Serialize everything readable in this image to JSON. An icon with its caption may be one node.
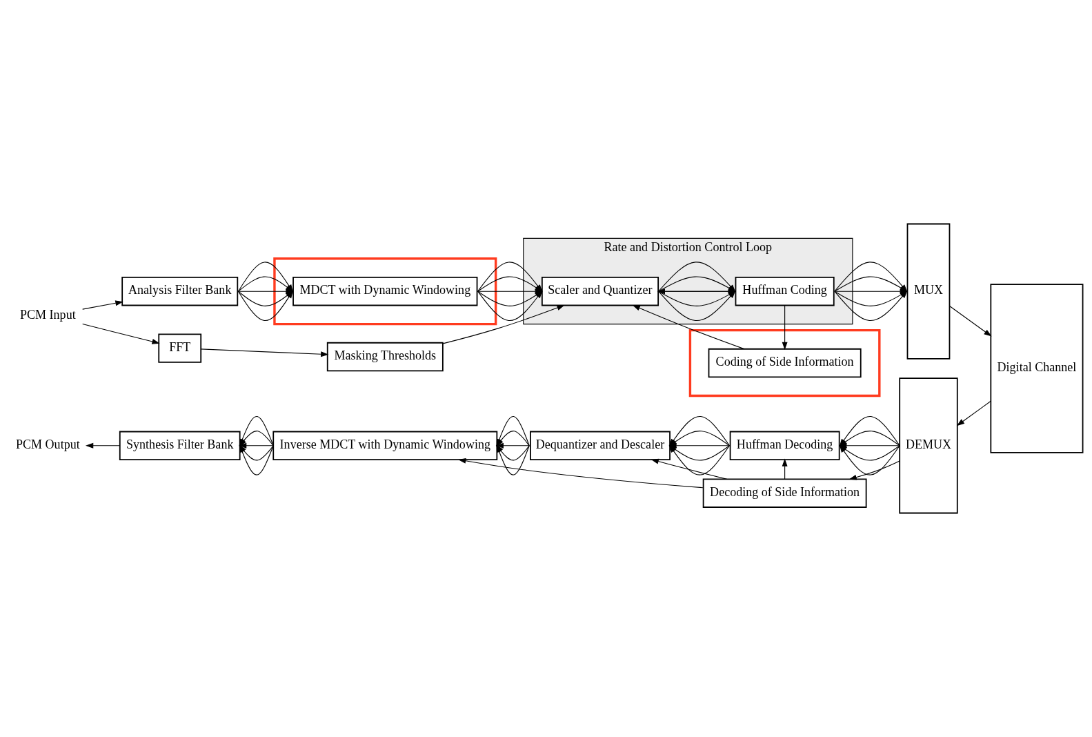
{
  "diagram": {
    "nodes": [
      {
        "text": [
          "PCM Input"
        ]
      },
      {
        "text": [
          "Analysis Filter Bank"
        ]
      },
      {
        "text": [],
        "shape": "box"
      },
      {
        "text": [
          "MDCT with Dynamic Windowing"
        ],
        "in": 2
      },
      {
        "text": [
          "Rate and Distortion Control Loop"
        ]
      },
      {
        "text": [
          "Scaler and Quantizer"
        ],
        "in": 4
      },
      {
        "text": [],
        "shape": "box"
      },
      {
        "text": [
          "Huffman Coding"
        ],
        "in": 4
      },
      {
        "text": [
          "MUX"
        ]
      },
      {
        "text": [
          "FFT"
        ]
      },
      {
        "text": [
          "Masking Thresholds"
        ]
      },
      {
        "text": [
          "Coding of Side Information"
        ],
        "in": 6
      },
      {
        "text": [
          "Digital Channel"
        ]
      },
      {
        "text": [
          "PCM Output"
        ]
      },
      {
        "text": [
          "Synthesis Filter Bank"
        ]
      },
      {
        "text": [
          "Inverse MDCT with Dynamic Windowing"
        ]
      },
      {
        "text": [
          "Dequantizer and Descaler"
        ]
      },
      {
        "text": [
          "Huffman Decoding"
        ]
      },
      {
        "text": [
          "DEMUX"
        ]
      },
      {
        "text": [
          "Decoding of Side Information"
        ]
      }
    ],
    "edges": [
      {
        "from": 0,
        "to": 1,
        "arrow": "to"
      },
      {
        "from": 0,
        "to": 9,
        "arrow": "to"
      },
      {
        "from": 1,
        "to": 3,
        "arrow": "to"
      },
      {
        "from": 1,
        "to": 3,
        "arrow": "to"
      },
      {
        "from": 1,
        "to": 3,
        "arrow": "to"
      },
      {
        "from": 1,
        "to": 3,
        "arrow": "to"
      },
      {
        "from": 1,
        "to": 3,
        "arrow": "to"
      },
      {
        "from": 3,
        "to": 5,
        "arrow": "to"
      },
      {
        "from": 3,
        "to": 5,
        "arrow": "to"
      },
      {
        "from": 3,
        "to": 5,
        "arrow": "to"
      },
      {
        "from": 3,
        "to": 5,
        "arrow": "to"
      },
      {
        "from": 3,
        "to": 5,
        "arrow": "to"
      },
      {
        "from": 5,
        "to": 7,
        "arrow": "to"
      },
      {
        "from": 5,
        "to": 7,
        "arrow": "to"
      },
      {
        "from": 5,
        "to": 7,
        "arrow": "to"
      },
      {
        "from": 5,
        "to": 7,
        "arrow": "to"
      },
      {
        "from": 5,
        "to": 7,
        "arrow": "to"
      },
      {
        "from": 7,
        "to": 8,
        "arrow": "to"
      },
      {
        "from": 7,
        "to": 8,
        "arrow": "to"
      },
      {
        "from": 7,
        "to": 8,
        "arrow": "to"
      },
      {
        "from": 7,
        "to": 8,
        "arrow": "to"
      },
      {
        "from": 7,
        "to": 8,
        "arrow": "to"
      },
      {
        "from": 9,
        "to": 10,
        "arrow": "to"
      },
      {
        "from": 10,
        "to": 5,
        "arrow": "to"
      },
      {
        "from": 11,
        "to": 5,
        "arrow": "to"
      },
      {
        "from": 7,
        "to": 5,
        "arrow": "to"
      },
      {
        "from": 7,
        "to": 11,
        "arrow": "to"
      },
      {
        "from": 8,
        "to": 12,
        "arrow": "to"
      },
      {
        "from": 12,
        "to": 18,
        "arrow": "to"
      },
      {
        "from": 18,
        "to": 17,
        "arrow": "to"
      },
      {
        "from": 18,
        "to": 17,
        "arrow": "to"
      },
      {
        "from": 18,
        "to": 17,
        "arrow": "to"
      },
      {
        "from": 18,
        "to": 17,
        "arrow": "to"
      },
      {
        "from": 18,
        "to": 17,
        "arrow": "to"
      },
      {
        "from": 17,
        "to": 16,
        "arrow": "to"
      },
      {
        "from": 17,
        "to": 16,
        "arrow": "to"
      },
      {
        "from": 17,
        "to": 16,
        "arrow": "to"
      },
      {
        "from": 17,
        "to": 16,
        "arrow": "to"
      },
      {
        "from": 17,
        "to": 16,
        "arrow": "to"
      },
      {
        "from": 16,
        "to": 15,
        "arrow": "to"
      },
      {
        "from": 16,
        "to": 15,
        "arrow": "to"
      },
      {
        "from": 16,
        "to": 15,
        "arrow": "to"
      },
      {
        "from": 16,
        "to": 15,
        "arrow": "to"
      },
      {
        "from": 16,
        "to": 15,
        "arrow": "to"
      },
      {
        "from": 15,
        "to": 14,
        "arrow": "to"
      },
      {
        "from": 15,
        "to": 14,
        "arrow": "to"
      },
      {
        "from": 15,
        "to": 14,
        "arrow": "to"
      },
      {
        "from": 15,
        "to": 14,
        "arrow": "to"
      },
      {
        "from": 15,
        "to": 14,
        "arrow": "to"
      },
      {
        "from": 14,
        "to": 13,
        "arrow": "to"
      },
      {
        "from": 18,
        "to": 19,
        "arrow": "to"
      },
      {
        "from": 19,
        "to": 17,
        "arrow": "to"
      },
      {
        "from": 19,
        "to": 16,
        "arrow": "to"
      },
      {
        "from": 19,
        "to": 15,
        "arrow": "to"
      }
    ]
  }
}
